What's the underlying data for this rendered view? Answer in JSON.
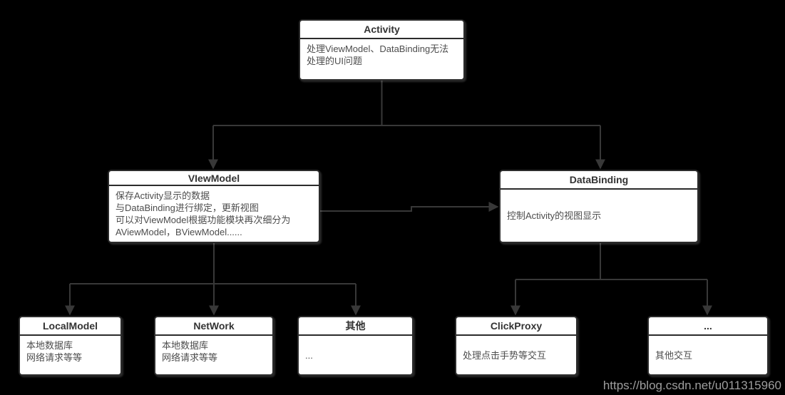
{
  "nodes": {
    "activity": {
      "title": "Activity",
      "body": "处理ViewModel、DataBinding无法\n处理的UI问题"
    },
    "viewmodel": {
      "title": "VIewModel",
      "body": "保存Activity显示的数据\n与DataBinding进行绑定，更新视图\n可以对ViewModel根据功能模块再次细分为\nAViewModel，BViewModel......"
    },
    "databinding": {
      "title": "DataBinding",
      "body": "控制Activity的视图显示"
    },
    "localmodel": {
      "title": "LocalModel",
      "body": "本地数据库\n网络请求等等"
    },
    "network": {
      "title": "NetWork",
      "body": "本地数据库\n网络请求等等"
    },
    "other": {
      "title": "其他",
      "body": "..."
    },
    "clickproxy": {
      "title": "ClickProxy",
      "body": "处理点击手势等交互"
    },
    "more": {
      "title": "...",
      "body": "其他交互"
    }
  },
  "watermark": {
    "text": "https://blog.csdn.net/u011315960"
  },
  "colors": {
    "background": "#000000",
    "box_fill": "#ffffff",
    "box_border": "#2b2b2b",
    "line": "#383838",
    "title_text": "#333333",
    "body_text": "#4d4d4d",
    "watermark_text": "#9e9e9e"
  }
}
